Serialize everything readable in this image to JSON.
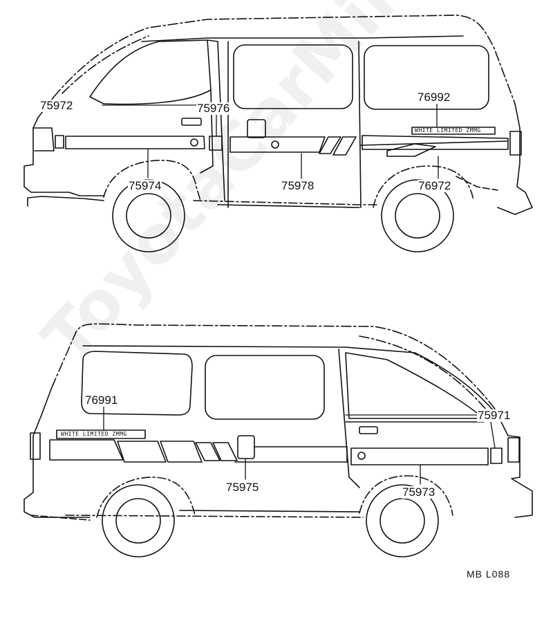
{
  "diagram": {
    "reference_code": "MB  L088",
    "watermark": "ToyotaCarMirror.ru",
    "badges": {
      "top": "WHITE LIMITED ZMMG",
      "bottom": "WHITE LIMITED ZMMG"
    },
    "top_view": {
      "callouts": [
        {
          "id": "c75972",
          "text": "75972"
        },
        {
          "id": "c75976",
          "text": "75976"
        },
        {
          "id": "c76992",
          "text": "76992"
        },
        {
          "id": "c75974",
          "text": "75974"
        },
        {
          "id": "c75978",
          "text": "75978"
        },
        {
          "id": "c76972",
          "text": "76972"
        }
      ]
    },
    "bottom_view": {
      "callouts": [
        {
          "id": "c76991",
          "text": "76991"
        },
        {
          "id": "c75971",
          "text": "75971"
        },
        {
          "id": "c75975",
          "text": "75975"
        },
        {
          "id": "c75973",
          "text": "75973"
        }
      ]
    }
  }
}
